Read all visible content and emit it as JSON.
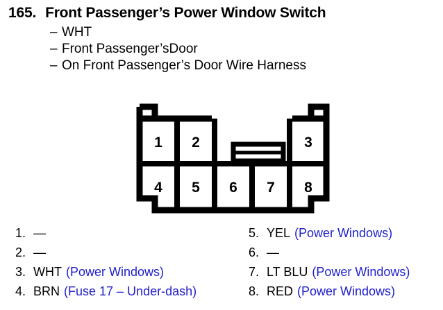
{
  "header": {
    "number": "165.",
    "title": "Front Passenger’s Power Window Switch",
    "bullets": [
      {
        "dash": "–",
        "text": "WHT"
      },
      {
        "dash": "–",
        "text": "Front Passenger’sDoor"
      },
      {
        "dash": "–",
        "text": "On Front Passenger’s Door Wire Harness"
      }
    ]
  },
  "connector": {
    "name": "8-pin-connector-diagram",
    "top_row_pins": [
      "1",
      "2",
      "3"
    ],
    "bottom_row_pins": [
      "4",
      "5",
      "6",
      "7",
      "8"
    ],
    "latch": "center-latch-tab",
    "line_color": "#000000",
    "fill_color": "#ffffff"
  },
  "legend": {
    "note_color": "#1f1fcc",
    "left": [
      {
        "index": "1.",
        "wire": "—",
        "note": ""
      },
      {
        "index": "2.",
        "wire": "—",
        "note": ""
      },
      {
        "index": "3.",
        "wire": "WHT",
        "note": "(Power Windows)"
      },
      {
        "index": "4.",
        "wire": "BRN",
        "note": "(Fuse 17 – Under-dash)"
      }
    ],
    "right": [
      {
        "index": "5.",
        "wire": "YEL",
        "note": "(Power Windows)"
      },
      {
        "index": "6.",
        "wire": "—",
        "note": ""
      },
      {
        "index": "7.",
        "wire": "LT BLU",
        "note": "(Power Windows)"
      },
      {
        "index": "8.",
        "wire": "RED",
        "note": "(Power Windows)"
      }
    ]
  }
}
